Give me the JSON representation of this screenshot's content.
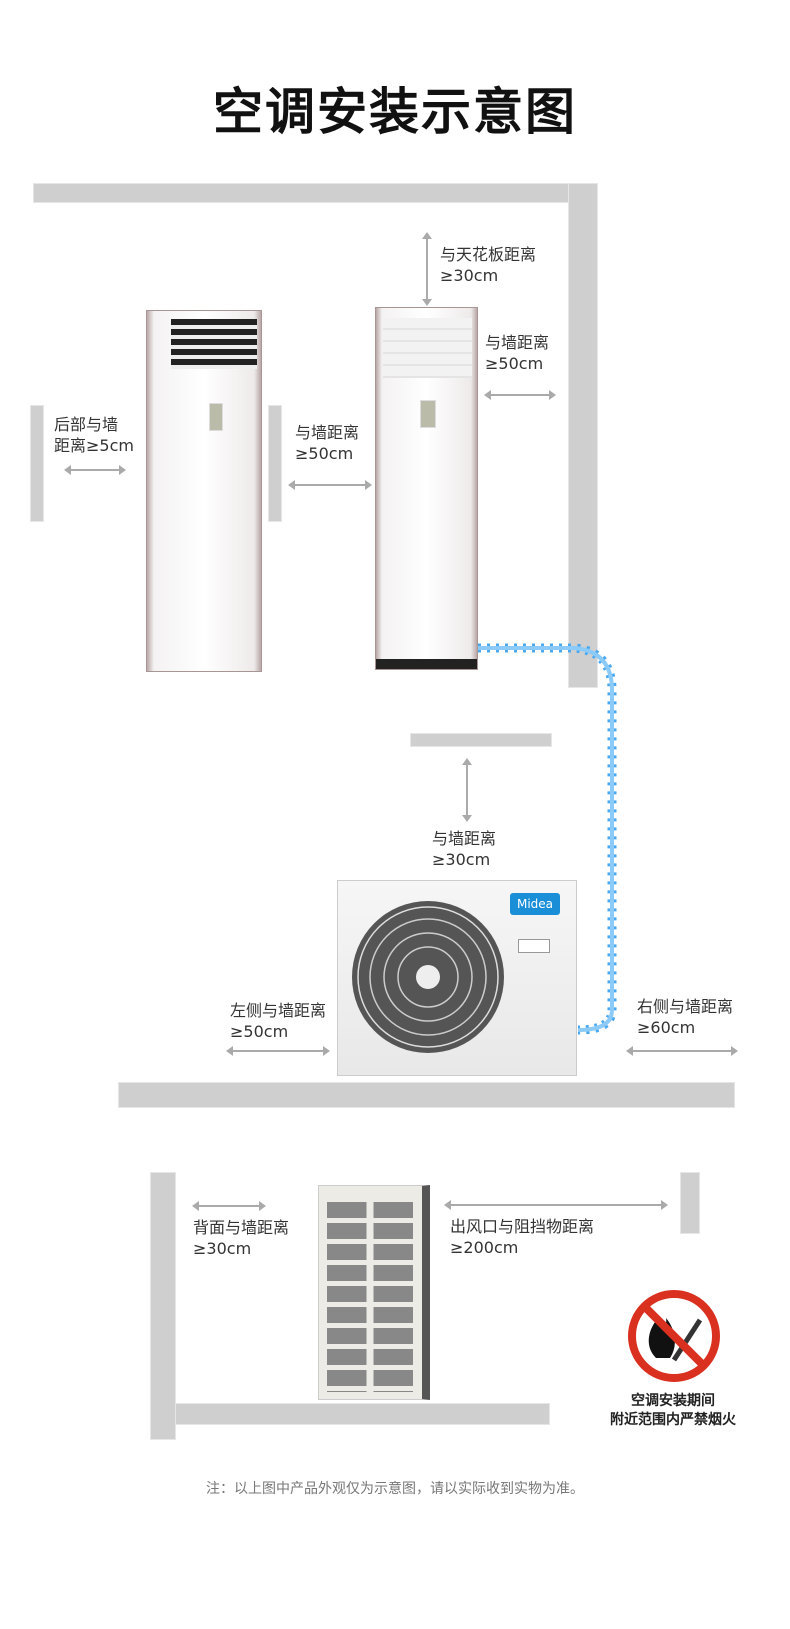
{
  "title": "空调安装示意图",
  "labels": {
    "ceiling": [
      "与天花板距离",
      "≥30cm"
    ],
    "right_wall_indoor": [
      "与墙距离",
      "≥50cm"
    ],
    "back_wall": [
      "后部与墙",
      "距离≥5cm"
    ],
    "between_units": [
      "与墙距离",
      "≥50cm"
    ],
    "above_outdoor": [
      "与墙距离",
      "≥30cm"
    ],
    "left_outdoor": [
      "左侧与墙距离",
      "≥50cm"
    ],
    "right_outdoor": [
      "右侧与墙距离",
      "≥60cm"
    ],
    "back_side": [
      "背面与墙距离",
      "≥30cm"
    ],
    "outlet": [
      "出风口与阻挡物距离",
      "≥200cm"
    ]
  },
  "brand": "Midea",
  "warning": [
    "空调安装期间",
    "附近范围内严禁烟火"
  ],
  "note": "注：以上图中产品外观仅为示意图，请以实际收到实物为准。",
  "colors": {
    "pipe": "#4aa8f0",
    "wall": "#cfcfcf",
    "warning_red": "#d9301f",
    "brand_blue": "#1a8fd8"
  }
}
